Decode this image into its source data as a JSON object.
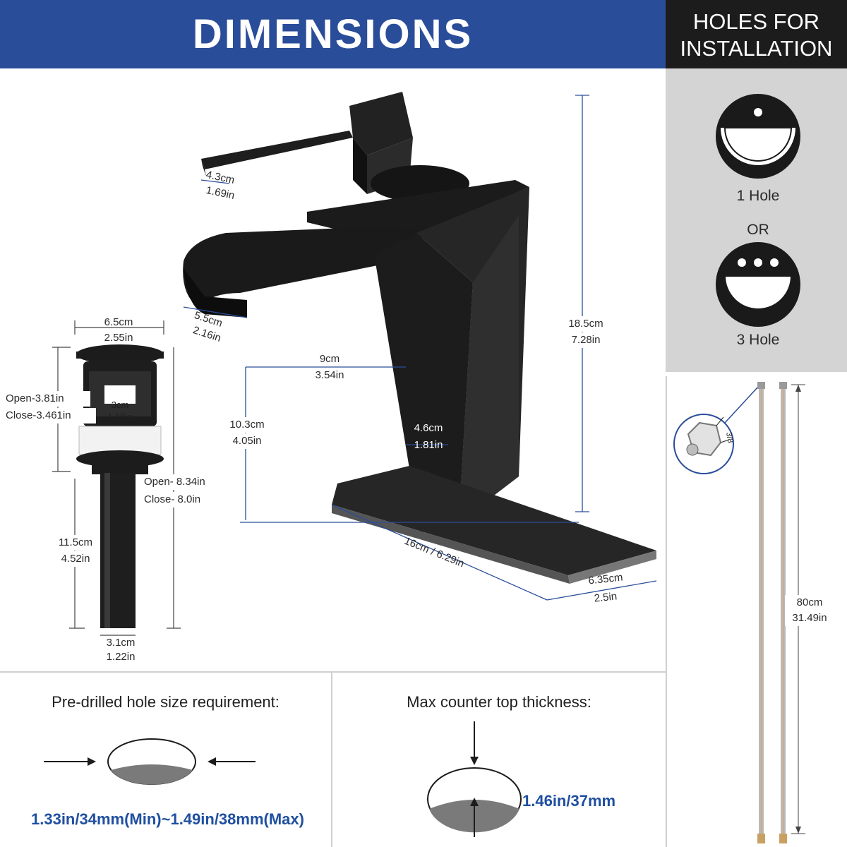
{
  "header": {
    "title": "DIMENSIONS",
    "side_title": "HOLES FOR INSTALLATION"
  },
  "holes": {
    "option1": "1 Hole",
    "or": "OR",
    "option2": "3 Hole"
  },
  "faucet_dims": {
    "handle_width_cm": "4.3cm",
    "handle_width_in": "1.69in",
    "spout_width_cm": "5.5cm",
    "spout_width_in": "2.16in",
    "reach_cm": "9cm",
    "reach_in": "3.54in",
    "spout_height_cm": "10.3cm",
    "spout_height_in": "4.05in",
    "total_height_cm": "18.5cm",
    "total_height_in": "7.28in",
    "body_width_cm": "4.6cm",
    "body_width_in": "1.81in",
    "plate_length": "16cm / 6.29in",
    "plate_depth_cm": "6.35cm",
    "plate_depth_in": "2.5in"
  },
  "drain_dims": {
    "cap_width_cm": "6.5cm",
    "cap_width_in": "2.55in",
    "open_height": "Open-3.81in",
    "close_height": "Close-3.461in",
    "body_cm": "3cm",
    "body_in": "1.18in",
    "total_open": "Open- 8.34in",
    "total_close": "Close- 8.0in",
    "tail_cm": "11.5cm",
    "tail_in": "4.52in",
    "tail_dia_cm": "3.1cm",
    "tail_dia_in": "1.22in"
  },
  "hose": {
    "nut_size": "3/8",
    "length_cm": "80cm",
    "length_in": "31.49in"
  },
  "pre_drilled": {
    "title": "Pre-drilled hole size requirement:",
    "value": "1.33in/34mm(Min)~1.49in/38mm(Max)"
  },
  "counter": {
    "title": "Max counter top thickness:",
    "value": "1.46in/37mm"
  },
  "colors": {
    "header_blue": "#2a4d9a",
    "header_black": "#1c1c1c",
    "accent_blue": "#1f4fa0",
    "panel_gray": "#d4d4d4"
  }
}
